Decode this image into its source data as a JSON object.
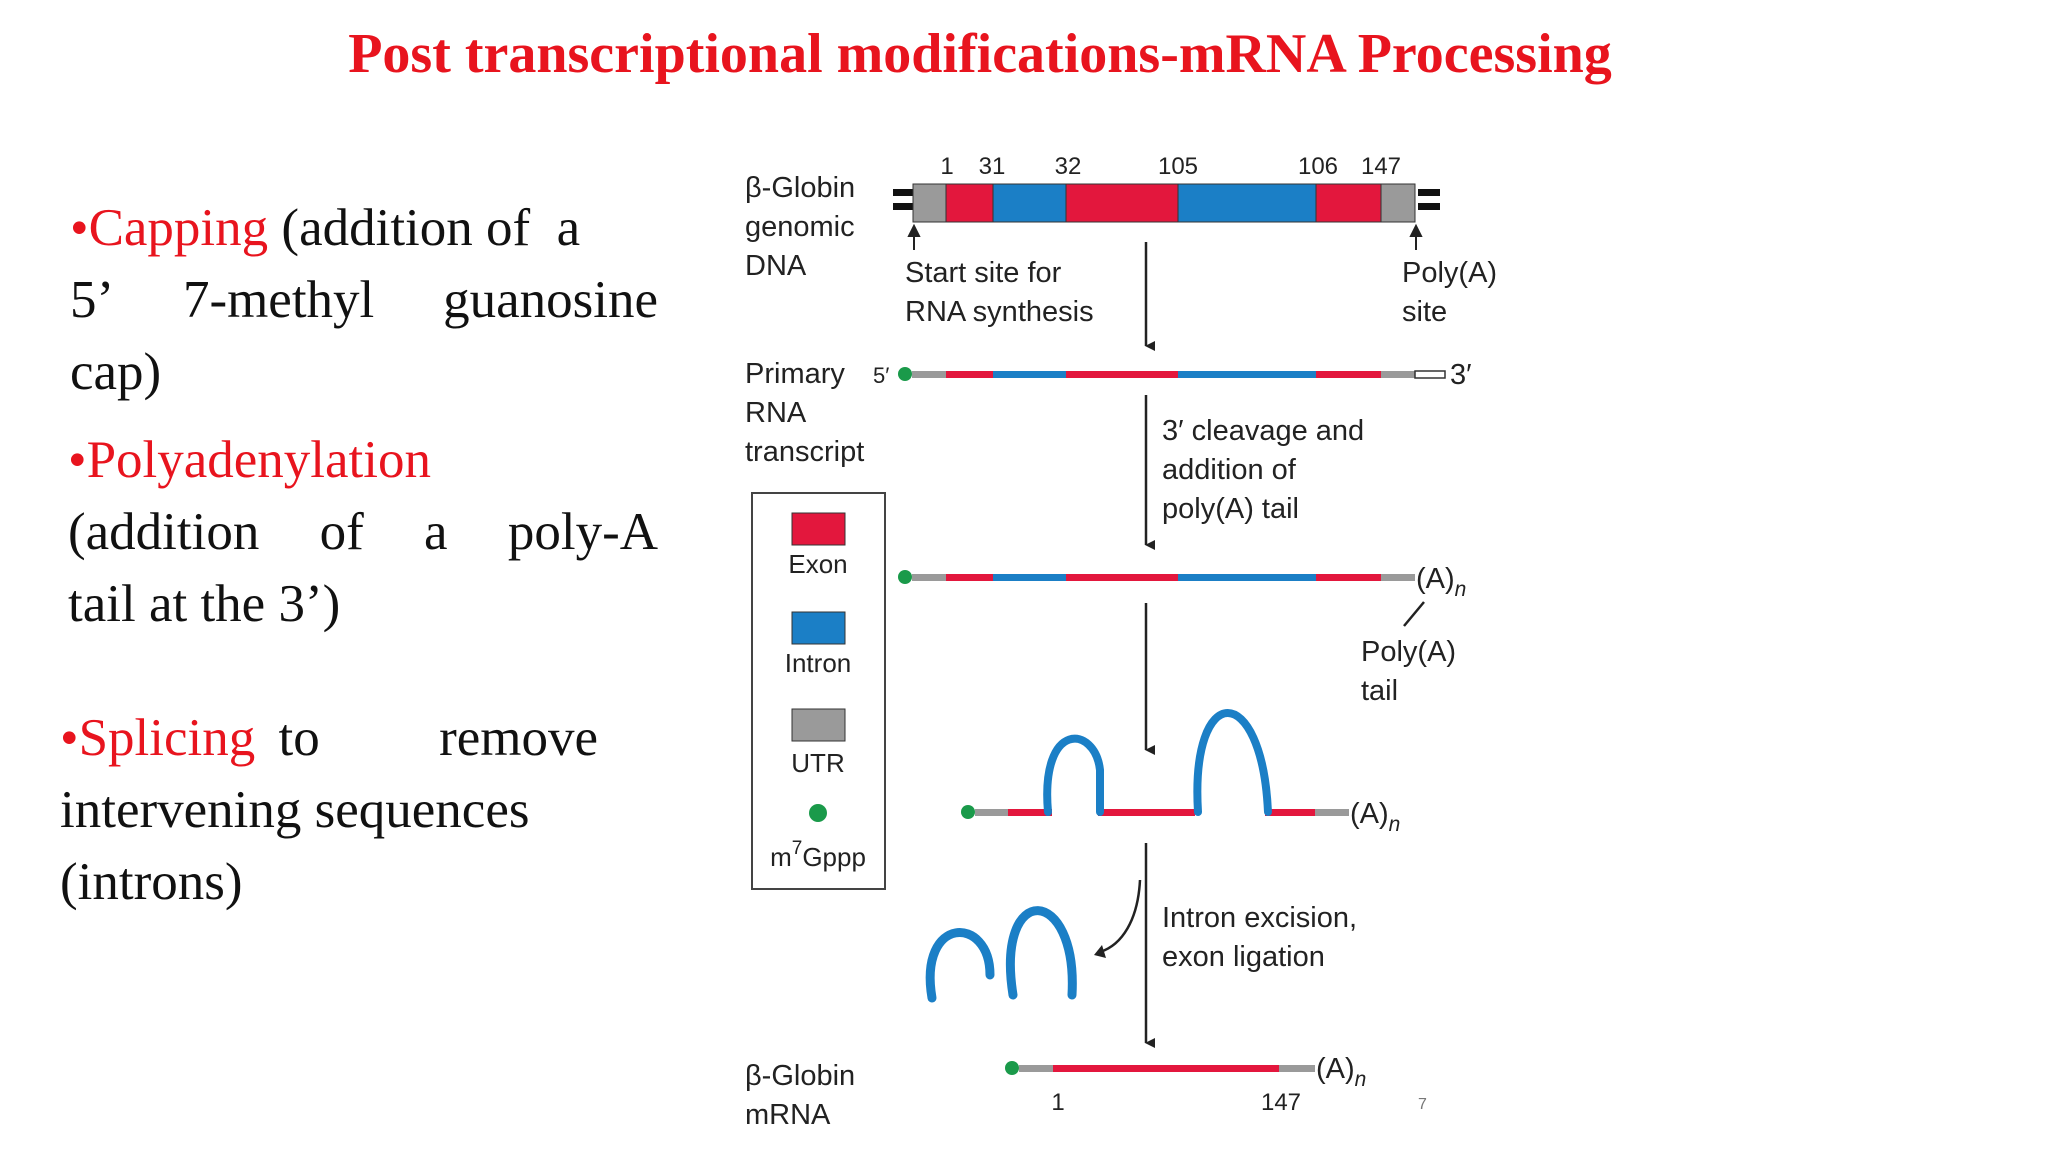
{
  "title": "Post transcriptional modifications-mRNA Processing",
  "bullets": {
    "capping": {
      "bullet": "•",
      "term": "Capping",
      "line1_rest": " (addition of  a",
      "line2_words": [
        "5’",
        "7-methyl",
        "guanosine"
      ],
      "line3": "cap)"
    },
    "polyadenylation": {
      "bullet": "•",
      "term": "Polyadenylation",
      "line2_words": [
        "(addition",
        "of",
        "a",
        "poly-A"
      ],
      "line3": "tail at the 3’)"
    },
    "splicing": {
      "bullet": "•",
      "term": "Splicing",
      "line1_words": [
        "to",
        "remove"
      ],
      "line2": "intervening sequences",
      "line3": "(introns)"
    }
  },
  "diagram": {
    "genomic_label": [
      "β-Globin",
      "genomic",
      "DNA"
    ],
    "numbers": [
      "1",
      "31",
      "32",
      "105",
      "106",
      "147"
    ],
    "start_site": [
      "Start site for",
      "RNA synthesis"
    ],
    "polya_site": [
      "Poly(A)",
      "site"
    ],
    "primary_label": [
      "Primary",
      "RNA",
      "transcript"
    ],
    "five_prime": "5′",
    "three_prime": "3′",
    "cleavage_step": [
      "3′ cleavage and",
      "addition of",
      "poly(A) tail"
    ],
    "an": "(A)",
    "an_sub": "n",
    "polya_tail": [
      "Poly(A)",
      "tail"
    ],
    "excision_step": [
      "Intron excision,",
      "exon ligation"
    ],
    "mrna_label": [
      "β-Globin",
      "mRNA"
    ],
    "mrna_numbers": [
      "1",
      "147"
    ],
    "legend": {
      "exon": "Exon",
      "intron": "Intron",
      "utr": "UTR",
      "cap_m": "m",
      "cap_sup": "7",
      "cap_rest": "Gppp"
    }
  },
  "page_number": "7",
  "colors": {
    "exon": "#e3173d",
    "intron": "#1b7fc6",
    "utr": "#9a9a9a",
    "cap": "#1a9a4a",
    "title": "#e8141e"
  }
}
